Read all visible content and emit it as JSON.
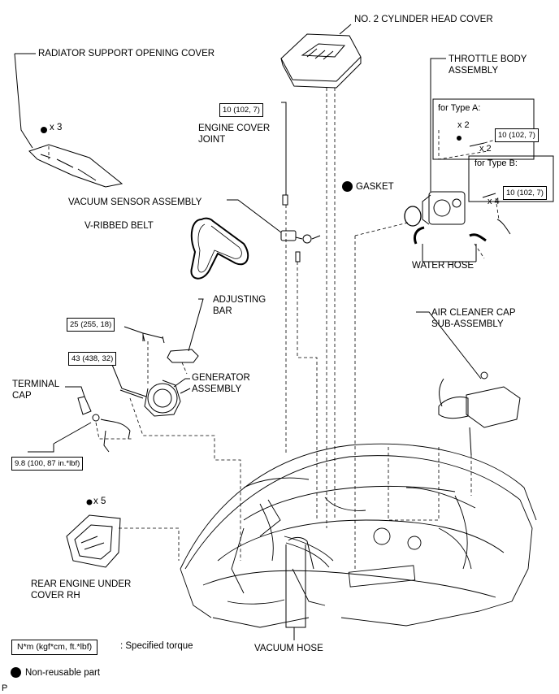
{
  "labels": {
    "cyl_head_cover": "NO. 2 CYLINDER HEAD COVER",
    "radiator_cover": "RADIATOR SUPPORT OPENING COVER",
    "throttle_body_1": "THROTTLE BODY",
    "throttle_body_2": "ASSEMBLY",
    "engine_cover_joint_1": "ENGINE COVER",
    "engine_cover_joint_2": "JOINT",
    "for_type_a": "for Type A:",
    "for_type_b": "for Type B:",
    "gasket": "GASKET",
    "vacuum_sensor": "VACUUM SENSOR ASSEMBLY",
    "v_ribbed_belt": "V-RIBBED BELT",
    "water_hose": "WATER HOSE",
    "adjusting_bar_1": "ADJUSTING",
    "adjusting_bar_2": "BAR",
    "air_cleaner_1": "AIR CLEANER CAP",
    "air_cleaner_2": "SUB-ASSEMBLY",
    "terminal_cap_1": "TERMINAL",
    "terminal_cap_2": "CAP",
    "generator_1": "GENERATOR",
    "generator_2": "ASSEMBLY",
    "rear_under_cover_1": "REAR ENGINE UNDER",
    "rear_under_cover_2": "COVER RH",
    "vacuum_hose": "VACUUM HOSE",
    "specified_torque": ": Specified torque",
    "non_reusable": "Non-reusable part",
    "corner_code": "P"
  },
  "quantities": {
    "radiator_bolts": "x 3",
    "type_a_bolt_1": "x 2",
    "type_a_bolt_2": "x 2",
    "type_b_bolts": "x 4",
    "rear_cover_bolts": "x 5"
  },
  "torques": {
    "engine_cover_joint": "10 (102, 7)",
    "type_a": "10 (102, 7)",
    "type_b": "10 (102, 7)",
    "adjusting_bar": "25 (255, 18)",
    "generator_bolt": "43 (438, 32)",
    "terminal_nut": "9.8 (100, 87 in.*lbf)",
    "legend_unit": "N*m (kgf*cm, ft.*lbf)"
  }
}
